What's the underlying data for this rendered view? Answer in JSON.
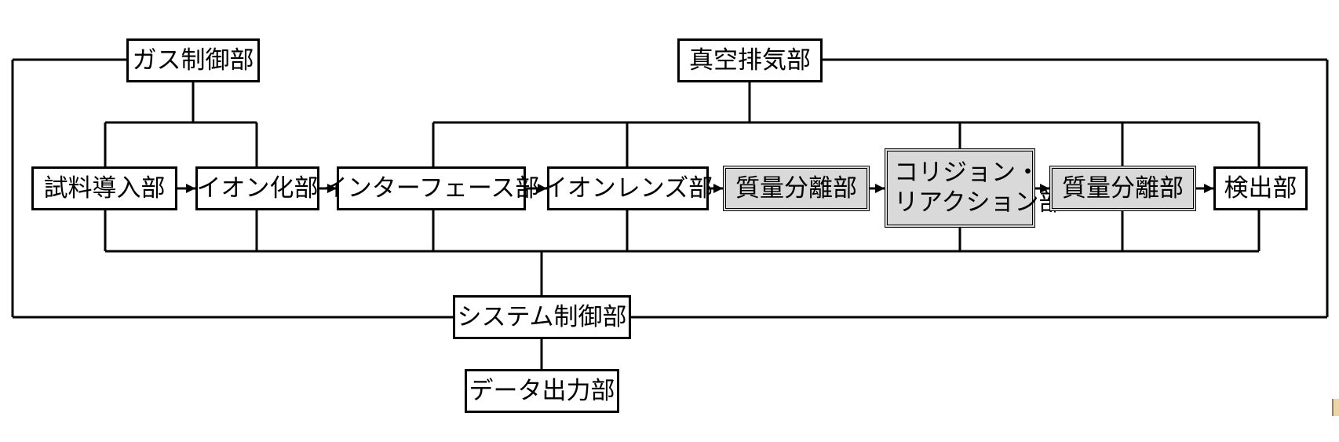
{
  "nodes": {
    "gas_control": "ガス制御部",
    "vacuum_exhaust": "真空排気部",
    "sample_introduction": "試料導入部",
    "ionization": "イオン化部",
    "interface": "インターフェース部",
    "ion_lens": "イオンレンズ部",
    "mass_separation_1": "質量分離部",
    "collision_reaction_line1": "コリジョン・",
    "collision_reaction_line2": "リアクション部",
    "mass_separation_2": "質量分離部",
    "detector": "検出部",
    "system_control": "システム制御部",
    "data_output": "データ出力部"
  },
  "colors": {
    "line": "#000000",
    "box_fill": "#ffffff",
    "shaded_fill": "#d9d9d9"
  }
}
